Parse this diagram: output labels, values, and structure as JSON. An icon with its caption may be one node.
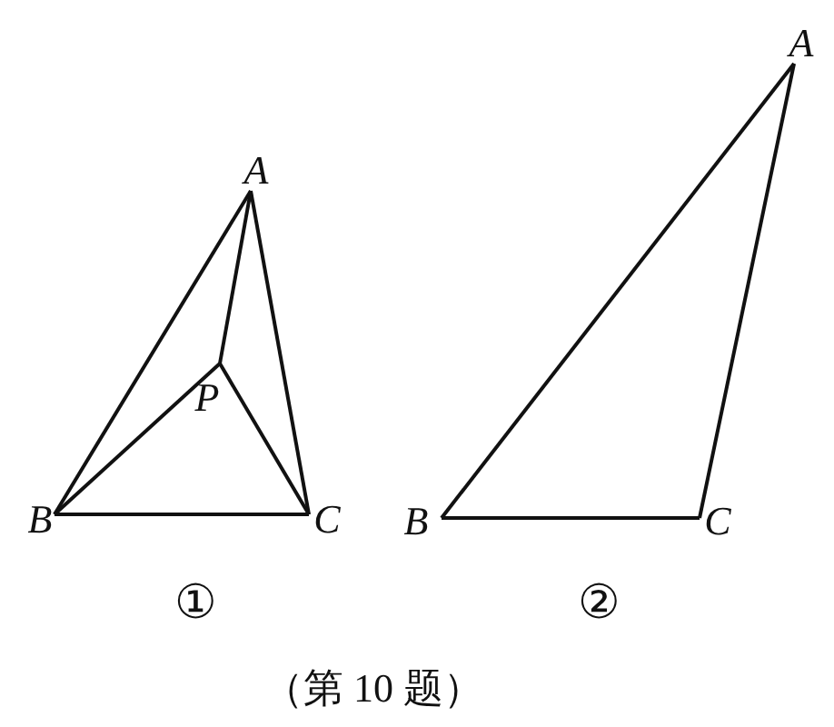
{
  "diagram": {
    "caption": "（第 10 题）",
    "nodes": [
      {
        "text": [
          "A"
        ]
      },
      {
        "text": [
          "P"
        ]
      },
      {
        "text": [
          "B"
        ]
      },
      {
        "text": [
          "C"
        ]
      },
      {
        "text": [
          "A"
        ]
      },
      {
        "text": [
          "B"
        ]
      },
      {
        "text": [
          "C"
        ]
      }
    ],
    "edges": [
      {
        "from": 0,
        "to": 2,
        "arrow": "none"
      },
      {
        "from": 0,
        "to": 3,
        "arrow": "none"
      },
      {
        "from": 2,
        "to": 3,
        "arrow": "none"
      },
      {
        "from": 0,
        "to": 1,
        "arrow": "none"
      },
      {
        "from": 1,
        "to": 2,
        "arrow": "none"
      },
      {
        "from": 1,
        "to": 3,
        "arrow": "none"
      },
      {
        "from": 4,
        "to": 5,
        "arrow": "none"
      },
      {
        "from": 4,
        "to": 6,
        "arrow": "none"
      },
      {
        "from": 5,
        "to": 6,
        "arrow": "none"
      }
    ],
    "labels": [
      "①",
      "②"
    ]
  }
}
